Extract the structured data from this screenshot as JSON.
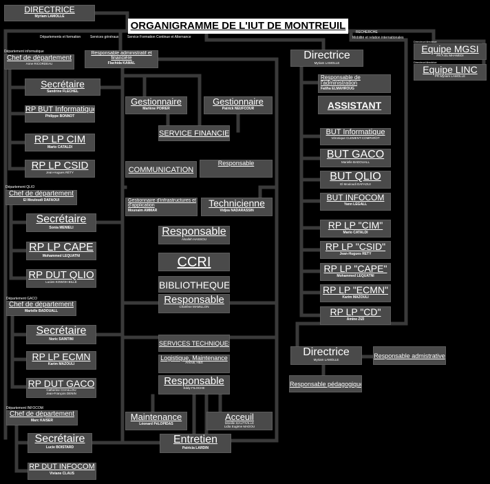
{
  "title": "ORGANIGRAMME DE L'IUT DE MONTREUIL",
  "top": {
    "directrice": {
      "title": "DIRECTRICE",
      "name": "Myriam LAMOLLE"
    },
    "labels": {
      "depts": "Départements et formation",
      "services": "Services généraux",
      "sfc": "Service Formation Continue et Alternance",
      "recherche": "RECHERCHE",
      "mobilite": "Mobilité et relation internationales"
    }
  },
  "depts": {
    "info": {
      "label": "Département informatique",
      "chef": {
        "title": "Chef de département",
        "name": "Anne RICORDEAU"
      },
      "secretaire": {
        "title": "Secrétaire",
        "name": "Sandrine FLECHEL"
      },
      "items": [
        {
          "title": "RP BUT Informatique",
          "name": "Philippe BONNOT"
        },
        {
          "title": "RP LP CIM",
          "name": "Mario CATALDI"
        },
        {
          "title": "RP LP CSID",
          "name": "Jean-Hugues RÉTY"
        }
      ]
    },
    "qlio": {
      "label": "Département QLIO",
      "chef": {
        "title": "Chef de département",
        "name": "El Mouloudi DAFAOUI"
      },
      "secretaire": {
        "title": "Secrétaire",
        "name": "Sonia MENIELI"
      },
      "items": [
        {
          "title": "RP LP CAPE",
          "name": "Mohammed LEQUATNI"
        },
        {
          "title": "RP DUT QLIO",
          "name": "Lucien KOWOH BILLE"
        }
      ]
    },
    "gaco": {
      "label": "Département GACO",
      "chef": {
        "title": "Chef de département",
        "name": "Marielle BADOUALL"
      },
      "secretaire": {
        "title": "Secrétaire",
        "name": "Noric SAINTINI"
      },
      "items": [
        {
          "title": "RP LP ECMN",
          "name": "Karim MAZOULI"
        },
        {
          "title": "RP DUT GACO",
          "name": "Catherine CHAILLOU",
          "name2": "Jean-François DENIN"
        }
      ]
    },
    "infocom": {
      "label": "Département INFOCOM",
      "chef": {
        "title": "Chef de département",
        "name": "Marc KAISER"
      },
      "secretaire": {
        "title": "Secrétaire",
        "name": "Lucie BOISTARD"
      },
      "items": [
        {
          "title": "RP DUT INFOCOM",
          "name": "Viviane CLAUS"
        }
      ]
    }
  },
  "services": {
    "resp_admin": {
      "title": "Responsable administratif et financière",
      "name": "Flachida KAMAL"
    },
    "gest1": {
      "title": "Gestionnaire",
      "name": "Marlène POIRER"
    },
    "gest2": {
      "title": "Gestionnaire",
      "name": "Patrick NEUFCOUR"
    },
    "service_financier": "SERVICE FINANCIER",
    "communication": "COMMUNICATION",
    "comm_resp": "Responsable",
    "gest_infra": {
      "title": "Gestionnaire d'infrastructures et d'application",
      "name": "Mounaim AMMAR"
    },
    "technicienne": {
      "title": "Technicienne",
      "name": "Vidjea NADARASSIN"
    },
    "resp_ccri": {
      "title": "Responsable",
      "name": "Alsalleh HASSOU"
    },
    "ccri": "CCRI",
    "bibliotheque": "BIBLIOTHEQUE",
    "resp_biblio": {
      "title": "Responsable",
      "name": "Charlène MAMILLON"
    },
    "services_techniques": "SERVICES TECHNIQUES",
    "logistique": {
      "title": "Logistique, Maintenance",
      "name": "Arezuli, H&S"
    },
    "resp_tech": {
      "title": "Responsable",
      "name": "Eddy FILOCHE"
    },
    "maintenance": {
      "title": "Maintenance",
      "name": "Léonard PéLOPIDAS"
    },
    "accueil": {
      "title": "Acceuil",
      "name": "Mireille SIAUTIVILLE",
      "name2": "Lidia Eugène MADOU"
    },
    "entretien": {
      "title": "Entretien",
      "name": "Patricia LARDIN"
    }
  },
  "right": {
    "directrice": {
      "title": "Directrice",
      "name": "Myriam LAMOLLE"
    },
    "resp_admin": {
      "title": "Responsable de l'administration",
      "name": "Fatiha ELMAHROUG"
    },
    "assistant": "ASSISTANT",
    "items": [
      {
        "title": "BUT Informatique",
        "name": "Véronique CLEMENT-COMPAROT"
      },
      {
        "title": "BUT GACO",
        "name": "Marielle BADOUALL"
      },
      {
        "title": "BUT QLIO",
        "name": "El Mouloudi DAFAOUI"
      },
      {
        "title": "BUT INFOCOM",
        "name": "Yann LEGALL"
      },
      {
        "title": "RP LP \"CIM\"",
        "name": "Mario CATALDI"
      },
      {
        "title": "RP LP \"CSID\"",
        "name": "Jean-Hugues RETY"
      },
      {
        "title": "RP LP \"CAPE\"",
        "name": "Mohammed LEQUATNI"
      },
      {
        "title": "RP LP \"ECMN\"",
        "name": "Karim MAZOULI"
      },
      {
        "title": "RP LP \"CD\"",
        "name": "Amine ZIZI"
      }
    ],
    "directrice2": {
      "title": "Directrice",
      "name": "Myriam LAMOLLE"
    },
    "resp_admin2": "Responsable admistrative",
    "resp_peda": "Responsable pédagogique"
  },
  "research": {
    "mgsi": {
      "label": "Directeur/directrice",
      "title": "Equipe MGSI",
      "name": "PR A.EL MHAMEDI"
    },
    "linc": {
      "label": "Directeur/directrice",
      "title": "Equipe LINC",
      "name": "PR Myriam LAMOLLE"
    }
  }
}
